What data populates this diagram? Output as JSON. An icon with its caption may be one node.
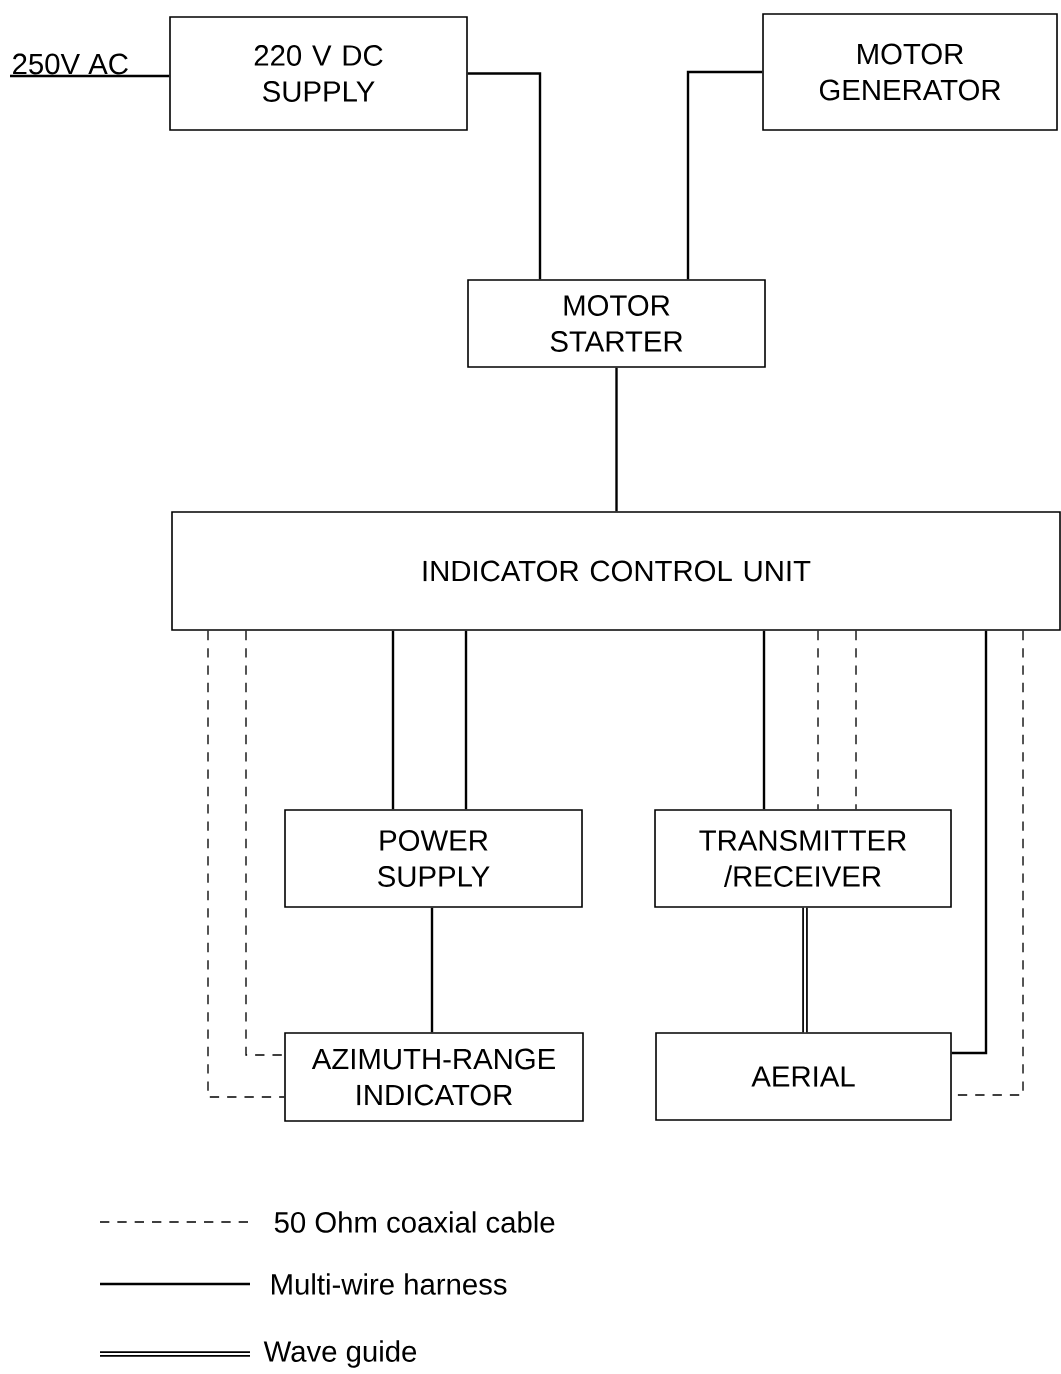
{
  "diagram": {
    "nodes": [
      {
        "text": [
          "250V AC"
        ]
      },
      {
        "text": [
          "220 V DC SUPPLY"
        ]
      },
      {
        "text": [
          "MOTOR GENERATOR"
        ]
      },
      {
        "text": [
          "MOTOR STARTER"
        ]
      },
      {
        "text": [
          "INDICATOR CONTROL UNIT"
        ]
      },
      {
        "text": [
          "POWER SUPPLY"
        ]
      },
      {
        "text": [
          "TRANSMITTER /RECEIVER"
        ]
      },
      {
        "text": [
          "AZIMUTH-RANGE INDICATOR"
        ]
      },
      {
        "text": [
          "AERIAL"
        ]
      }
    ],
    "edges": [
      {
        "from": 0,
        "to": 1,
        "arrow": "none"
      },
      {
        "from": 1,
        "to": 3,
        "arrow": "none"
      },
      {
        "from": 2,
        "to": 3,
        "arrow": "none"
      },
      {
        "from": 3,
        "to": 4,
        "arrow": "none"
      },
      {
        "from": 4,
        "to": 5,
        "arrow": "none"
      },
      {
        "from": 4,
        "to": 5,
        "arrow": "none"
      },
      {
        "from": 4,
        "to": 6,
        "arrow": "none"
      },
      {
        "from": 4,
        "to": 6,
        "arrow": "none",
        "style": "dashed"
      },
      {
        "from": 4,
        "to": 6,
        "arrow": "none",
        "style": "dashed"
      },
      {
        "from": 4,
        "to": 8,
        "arrow": "none"
      },
      {
        "from": 4,
        "to": 8,
        "arrow": "none",
        "style": "dashed"
      },
      {
        "from": 4,
        "to": 7,
        "arrow": "none",
        "style": "dashed"
      },
      {
        "from": 4,
        "to": 7,
        "arrow": "none",
        "style": "dashed"
      },
      {
        "from": 5,
        "to": 7,
        "arrow": "none"
      },
      {
        "from": 6,
        "to": 8,
        "arrow": "none",
        "style": "thick"
      }
    ],
    "legend": [
      {
        "text": "50 Ohm coaxial cable"
      },
      {
        "text": "Multi-wire harness"
      },
      {
        "text": "Wave guide"
      }
    ]
  }
}
